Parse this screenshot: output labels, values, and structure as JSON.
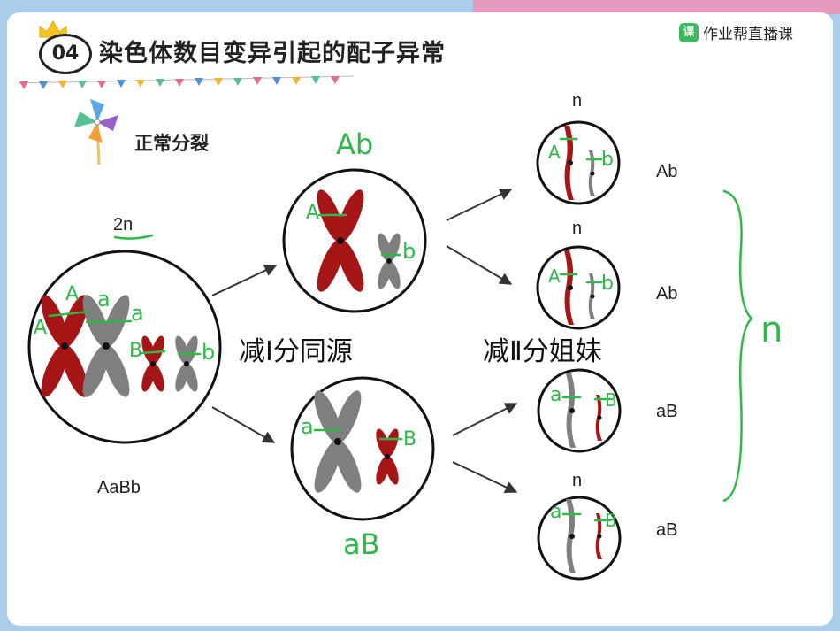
{
  "header": {
    "number": "04",
    "title": "染色体数目变异引起的配子异常",
    "brand": "作业帮直播课",
    "brand_logo_text": "课"
  },
  "subtitle": "正常分裂",
  "labels": {
    "parent_ploidy": "2n",
    "parent_genotype": "AaBb",
    "gamete_ploidy": "n",
    "gametes": [
      "Ab",
      "Ab",
      "aB",
      "aB"
    ]
  },
  "annotations": {
    "meiosis_1": "减Ⅰ分同源",
    "meiosis_2": "减Ⅱ分姐妹",
    "cell_top": "Ab",
    "cell_bottom": "aB",
    "brace_label": "n",
    "allele_A": "A",
    "allele_a": "a",
    "allele_B": "B",
    "allele_b": "b"
  },
  "colors": {
    "red_chromosome": "#a61616",
    "gray_chromosome": "#7f7f7f",
    "handwriting": "#2fb84a",
    "ink": "#222222",
    "left_band": "#a9cdea",
    "right_band": "#e59bbf"
  },
  "icons": [
    "crown-icon",
    "pinwheel-icon",
    "brace-icon",
    "arrow-icon"
  ]
}
